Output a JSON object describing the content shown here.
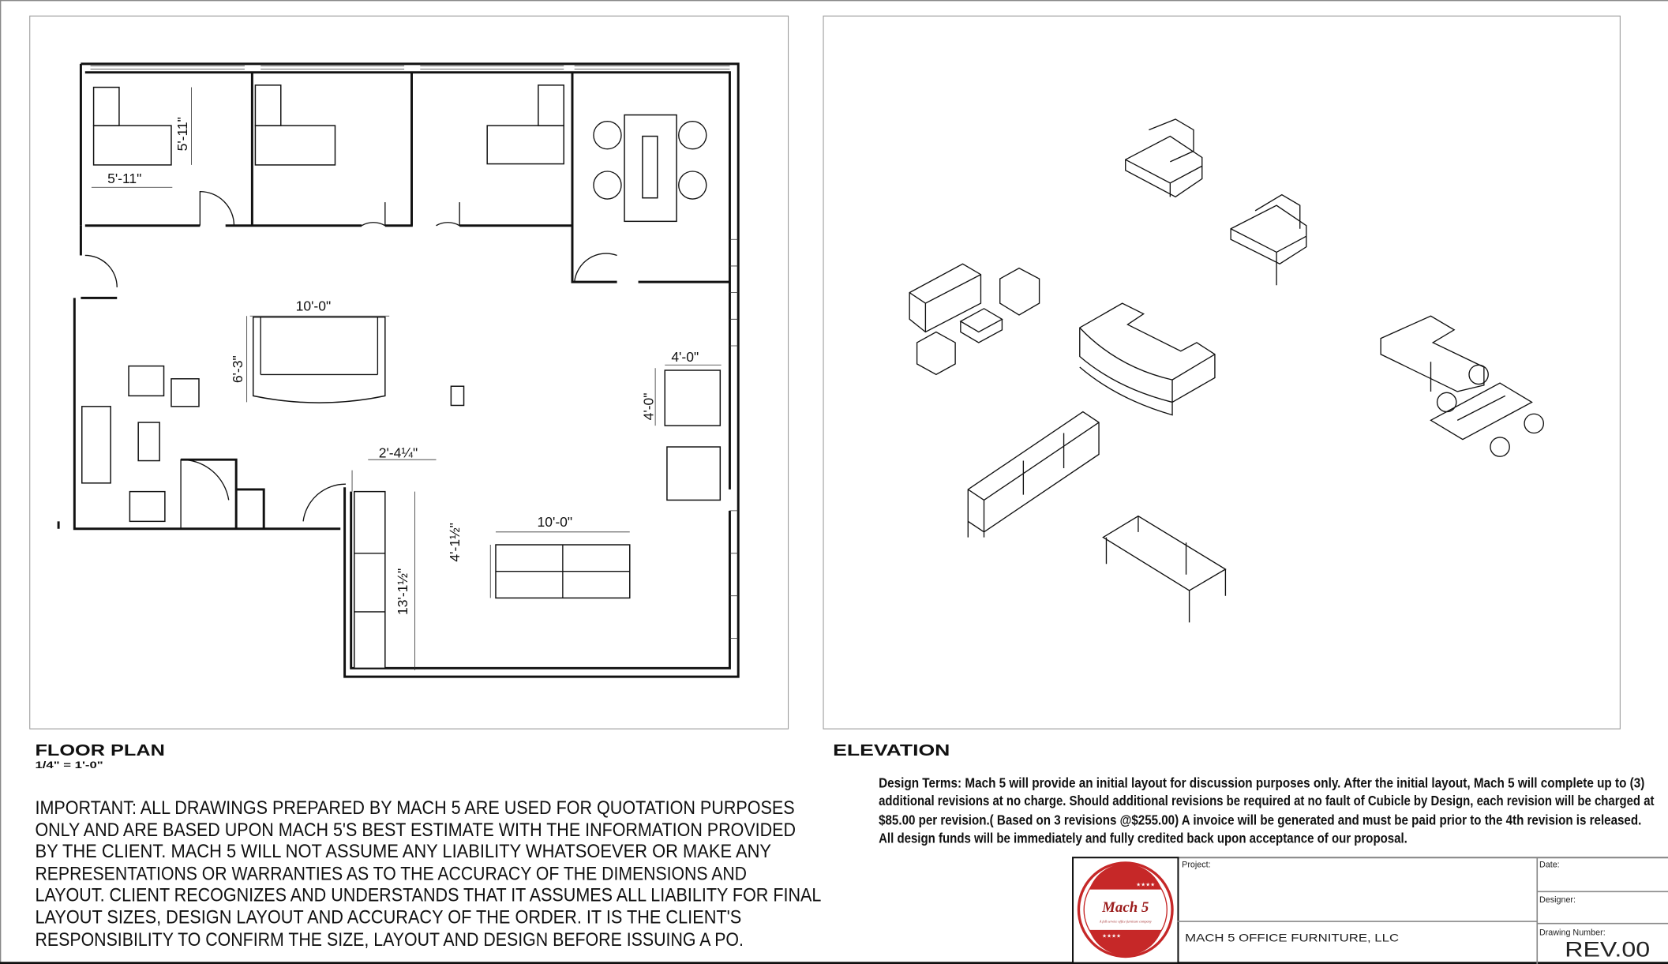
{
  "floor_plan": {
    "title": "FLOOR PLAN",
    "scale": "1/4\" = 1'-0\"",
    "dimensions": {
      "office_width": "5'-11\"",
      "office_depth": "5'-11\"",
      "reception_width": "10'-0\"",
      "reception_depth": "6'-3\"",
      "table_width": "4'-0\"",
      "table_depth": "4'-0\"",
      "storage_depth": "2'-4¼\"",
      "storage_length": "13'-1½\"",
      "bench_depth": "4'-1½\"",
      "bench_width": "10'-0\""
    }
  },
  "disclaimer_lines": [
    "IMPORTANT:  ALL DRAWINGS PREPARED BY MACH 5 ARE USED FOR QUOTATION PURPOSES",
    "ONLY AND ARE BASED UPON MACH 5'S BEST ESTIMATE WITH THE INFORMATION PROVIDED",
    "BY THE CLIENT. MACH 5 WILL NOT ASSUME ANY LIABILITY WHATSOEVER OR MAKE ANY",
    "REPRESENTATIONS OR WARRANTIES AS TO THE ACCURACY OF THE DIMENSIONS AND",
    "LAYOUT. CLIENT RECOGNIZES AND UNDERSTANDS THAT IT ASSUMES ALL LIABILITY FOR FINAL",
    "LAYOUT SIZES, DESIGN LAYOUT AND ACCURACY OF THE ORDER. IT IS THE CLIENT'S",
    "RESPONSIBILITY TO CONFIRM THE SIZE, LAYOUT AND DESIGN BEFORE ISSUING A PO."
  ],
  "elevation": {
    "title": "ELEVATION",
    "design_terms_lines": [
      "Design Terms: Mach 5 will provide an initial layout for discussion purposes only. After the initial layout, Mach 5 will complete up to (3)",
      "additional revisions at no charge. Should additional revisions be required at no fault of Cubicle by Design, each revision will be charged at",
      "$85.00 per revision.( Based on 3 revisions @$255.00) A invoice will be generated and must be paid prior to the 4th revision is released.",
      "All design funds will be immediately and fully credited back upon acceptance of our proposal."
    ]
  },
  "title_block": {
    "logo": {
      "name": "Mach 5",
      "tagline": "A full service office furniture company",
      "stars": "★ ★ ★ ★"
    },
    "project_label": "Project:",
    "company": "MACH 5 OFFICE FURNITURE, LLC",
    "date_label": "Date:",
    "designer_label": "Designer:",
    "drawing_number_label": "Drawing Number:",
    "drawing_number": "REV.00"
  },
  "colors": {
    "logo_red": "#c62828",
    "line": "#111111",
    "frame": "#9a9a9a"
  }
}
